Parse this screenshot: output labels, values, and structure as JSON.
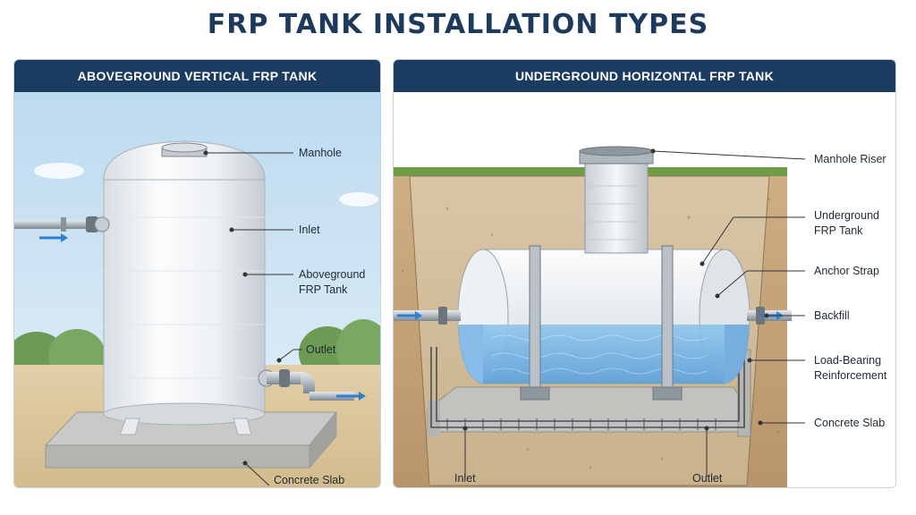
{
  "title": "FRP TANK INSTALLATION TYPES",
  "left_panel": {
    "heading": "ABOVEGROUND VERTICAL FRP TANK",
    "labels": {
      "manhole": "Manhole",
      "inlet": "Inlet",
      "tank_line1": "Aboveground",
      "tank_line2": "FRP Tank",
      "outlet": "Outlet",
      "slab": "Concrete Slab"
    }
  },
  "right_panel": {
    "heading": "UNDERGROUND HORIZONTAL FRP TANK",
    "labels": {
      "manhole_riser": "Manhole Riser",
      "tank_line1": "Underground",
      "tank_line2": "FRP Tank",
      "anchor_strap": "Anchor Strap",
      "backfill": "Backfill",
      "reinf_line1": "Load-Bearing",
      "reinf_line2": "Reinforcement",
      "slab": "Concrete Slab",
      "inlet": "Inlet",
      "outlet": "Outlet"
    }
  },
  "colors": {
    "header": "#1b3b61",
    "title": "#1d3a5c",
    "flow_arrow": "#2f7fd0",
    "water": "#6fb1e6",
    "soil": "#c8a67c"
  }
}
